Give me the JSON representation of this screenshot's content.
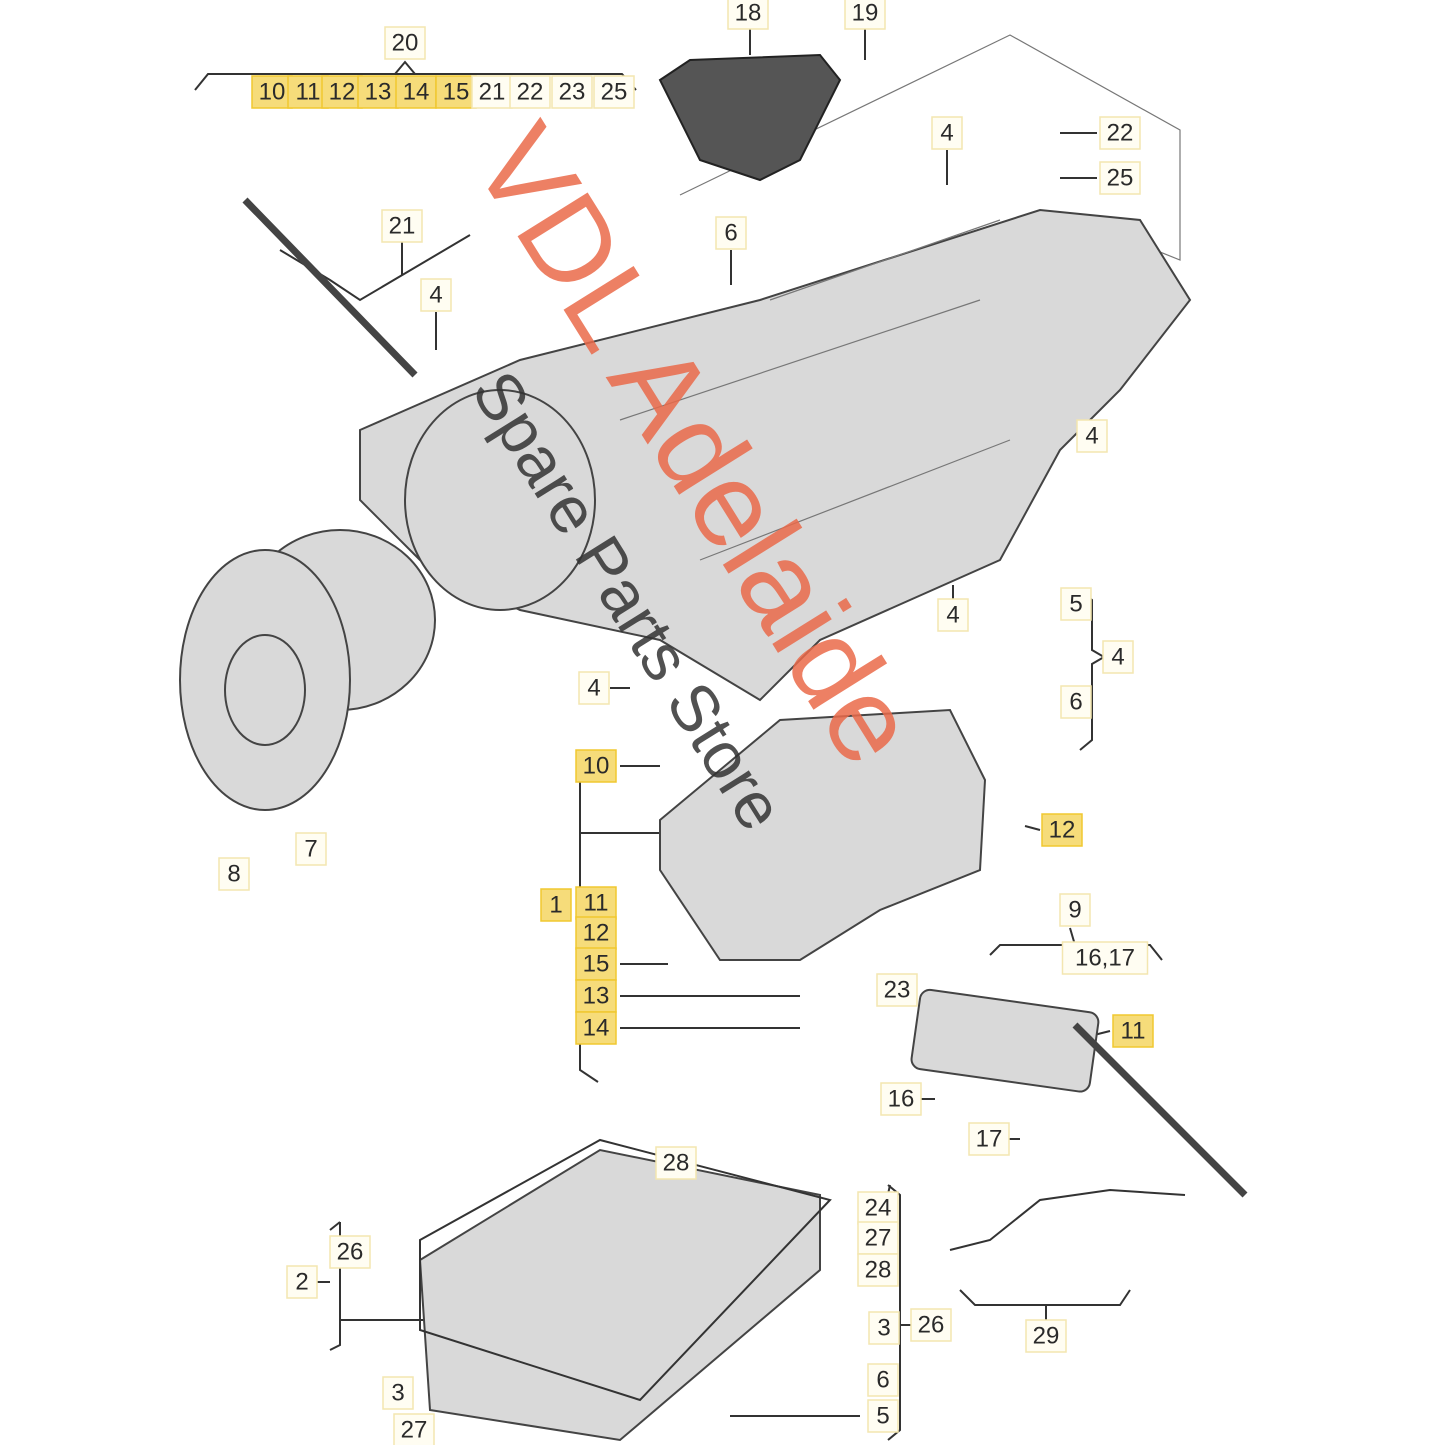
{
  "watermark": {
    "line1": "VDL Adelaide",
    "line2": "Spare Parts Store"
  },
  "colors": {
    "highlight": "#f6dc7a",
    "watermark": "#ea6a4a"
  },
  "labels": [
    "20",
    "10",
    "11",
    "12",
    "13",
    "14",
    "15",
    "21",
    "22",
    "23",
    "25",
    "18",
    "19",
    "4",
    "22",
    "25",
    "21",
    "6",
    "4",
    "4",
    "5",
    "4",
    "6",
    "4",
    "4",
    "10",
    "12",
    "8",
    "7",
    "1",
    "11",
    "12",
    "15",
    "13",
    "14",
    "9",
    "16,17",
    "23",
    "11",
    "16",
    "17",
    "28",
    "24",
    "27",
    "28",
    "26",
    "2",
    "3",
    "26",
    "29",
    "3",
    "6",
    "27",
    "5"
  ]
}
